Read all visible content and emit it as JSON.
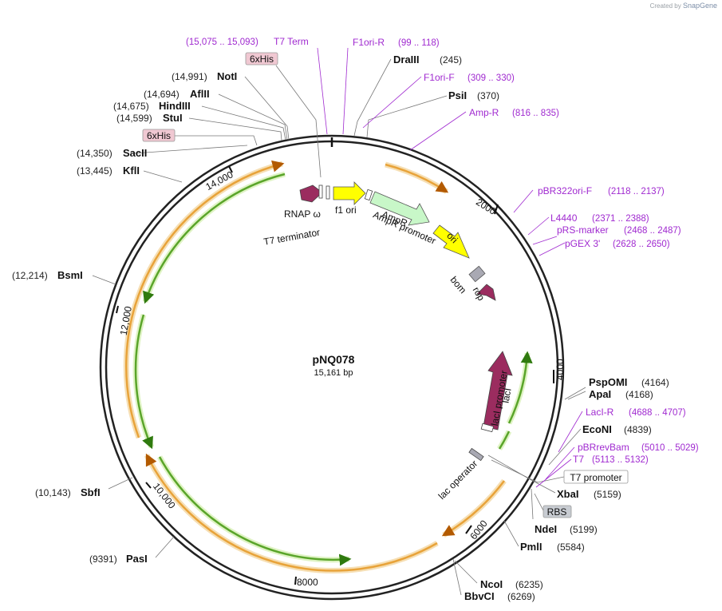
{
  "credit": {
    "prefix": "Created by",
    "brand": "SnapGene"
  },
  "plasmid": {
    "name": "pNQ078",
    "length": "15,161 bp"
  },
  "ticks": [
    "2000",
    "4000",
    "6000",
    "8000",
    "10,000",
    "12,000",
    "14,000"
  ],
  "sites": [
    {
      "name": "NotI",
      "pos": "(14,991)"
    },
    {
      "name": "AflII",
      "pos": "(14,694)"
    },
    {
      "name": "HindIII",
      "pos": "(14,675)"
    },
    {
      "name": "StuI",
      "pos": "(14,599)"
    },
    {
      "name": "SacII",
      "pos": "(14,350)"
    },
    {
      "name": "KflI",
      "pos": "(13,445)"
    },
    {
      "name": "BsmI",
      "pos": "(12,214)"
    },
    {
      "name": "SbfI",
      "pos": "(10,143)"
    },
    {
      "name": "PasI",
      "pos": "(9391)"
    },
    {
      "name": "DraIII",
      "pos": "(245)"
    },
    {
      "name": "PsiI",
      "pos": "(370)"
    },
    {
      "name": "PspOMI",
      "pos": "(4164)"
    },
    {
      "name": "ApaI",
      "pos": "(4168)"
    },
    {
      "name": "EcoNI",
      "pos": "(4839)"
    },
    {
      "name": "XbaI",
      "pos": "(5159)"
    },
    {
      "name": "NdeI",
      "pos": "(5199)"
    },
    {
      "name": "PmlI",
      "pos": "(5584)"
    },
    {
      "name": "NcoI",
      "pos": "(6235)"
    },
    {
      "name": "BbvCI",
      "pos": "(6269)"
    }
  ],
  "primers": [
    {
      "name": "T7 Term",
      "range": "(15,075 .. 15,093)"
    },
    {
      "name": "F1ori-R",
      "range": "(99 .. 118)"
    },
    {
      "name": "F1ori-F",
      "range": "(309 .. 330)"
    },
    {
      "name": "Amp-R",
      "range": "(816 .. 835)"
    },
    {
      "name": "pBR322ori-F",
      "range": "(2118 .. 2137)"
    },
    {
      "name": "L4440",
      "range": "(2371 .. 2388)"
    },
    {
      "name": "pRS-marker",
      "range": "(2468 .. 2487)"
    },
    {
      "name": "pGEX 3'",
      "range": "(2628 .. 2650)"
    },
    {
      "name": "LacI-R",
      "range": "(4688 .. 4707)"
    },
    {
      "name": "pBRrevBam",
      "range": "(5010 .. 5029)"
    },
    {
      "name": "T7",
      "range": "(5113 .. 5132)"
    }
  ],
  "boxed_features": [
    "6xHis",
    "6xHis",
    "T7 promoter",
    "RBS"
  ],
  "features": [
    "RNAP ω",
    "T7 terminator",
    "f1 ori",
    "AmpR",
    "AmpR promoter",
    "ori",
    "bom",
    "rop",
    "lacI",
    "lacI promoter",
    "lac operator"
  ],
  "colors": {
    "backbone": "#222222",
    "orf": "#e8a33a",
    "orf_glow": "#f6dfb4",
    "cds_green": "#5aa52a",
    "cds_glow": "#dff3c4",
    "primer": "#a02ad0",
    "rnap": "#9b2c5f",
    "ori": "#ffff00",
    "ampr": "#c8f7c8",
    "bom": "#a9a9b3",
    "his_box": "#f0c8d2",
    "rbs_box": "#c8ccd2"
  }
}
